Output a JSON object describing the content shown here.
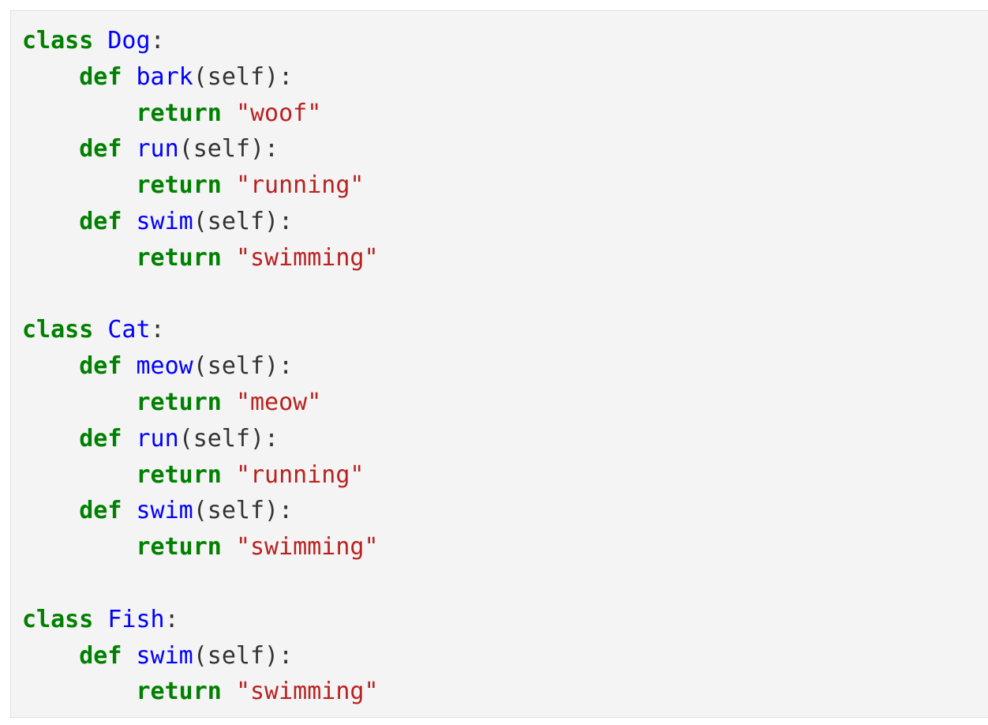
{
  "code_block": {
    "language": "python",
    "background_color": "#f4f4f4",
    "border_color": "#e0e0e0",
    "colors": {
      "keyword": "#008000",
      "name": "#0000ff",
      "string": "#ba2121",
      "plain": "#333333"
    },
    "lines": [
      {
        "tokens": [
          {
            "t": "class",
            "c": "k"
          },
          {
            "t": " ",
            "c": "ws"
          },
          {
            "t": "Dog",
            "c": "nc"
          },
          {
            "t": ":",
            "c": "p"
          }
        ]
      },
      {
        "tokens": [
          {
            "t": "    ",
            "c": "ws"
          },
          {
            "t": "def",
            "c": "k"
          },
          {
            "t": " ",
            "c": "ws"
          },
          {
            "t": "bark",
            "c": "nf"
          },
          {
            "t": "(self):",
            "c": "p"
          }
        ]
      },
      {
        "tokens": [
          {
            "t": "        ",
            "c": "ws"
          },
          {
            "t": "return",
            "c": "k"
          },
          {
            "t": " ",
            "c": "ws"
          },
          {
            "t": "\"woof\"",
            "c": "s"
          }
        ]
      },
      {
        "tokens": [
          {
            "t": "    ",
            "c": "ws"
          },
          {
            "t": "def",
            "c": "k"
          },
          {
            "t": " ",
            "c": "ws"
          },
          {
            "t": "run",
            "c": "nf"
          },
          {
            "t": "(self):",
            "c": "p"
          }
        ]
      },
      {
        "tokens": [
          {
            "t": "        ",
            "c": "ws"
          },
          {
            "t": "return",
            "c": "k"
          },
          {
            "t": " ",
            "c": "ws"
          },
          {
            "t": "\"running\"",
            "c": "s"
          }
        ]
      },
      {
        "tokens": [
          {
            "t": "    ",
            "c": "ws"
          },
          {
            "t": "def",
            "c": "k"
          },
          {
            "t": " ",
            "c": "ws"
          },
          {
            "t": "swim",
            "c": "nf"
          },
          {
            "t": "(self):",
            "c": "p"
          }
        ]
      },
      {
        "tokens": [
          {
            "t": "        ",
            "c": "ws"
          },
          {
            "t": "return",
            "c": "k"
          },
          {
            "t": " ",
            "c": "ws"
          },
          {
            "t": "\"swimming\"",
            "c": "s"
          }
        ]
      },
      {
        "tokens": []
      },
      {
        "tokens": [
          {
            "t": "class",
            "c": "k"
          },
          {
            "t": " ",
            "c": "ws"
          },
          {
            "t": "Cat",
            "c": "nc"
          },
          {
            "t": ":",
            "c": "p"
          }
        ]
      },
      {
        "tokens": [
          {
            "t": "    ",
            "c": "ws"
          },
          {
            "t": "def",
            "c": "k"
          },
          {
            "t": " ",
            "c": "ws"
          },
          {
            "t": "meow",
            "c": "nf"
          },
          {
            "t": "(self):",
            "c": "p"
          }
        ]
      },
      {
        "tokens": [
          {
            "t": "        ",
            "c": "ws"
          },
          {
            "t": "return",
            "c": "k"
          },
          {
            "t": " ",
            "c": "ws"
          },
          {
            "t": "\"meow\"",
            "c": "s"
          }
        ]
      },
      {
        "tokens": [
          {
            "t": "    ",
            "c": "ws"
          },
          {
            "t": "def",
            "c": "k"
          },
          {
            "t": " ",
            "c": "ws"
          },
          {
            "t": "run",
            "c": "nf"
          },
          {
            "t": "(self):",
            "c": "p"
          }
        ]
      },
      {
        "tokens": [
          {
            "t": "        ",
            "c": "ws"
          },
          {
            "t": "return",
            "c": "k"
          },
          {
            "t": " ",
            "c": "ws"
          },
          {
            "t": "\"running\"",
            "c": "s"
          }
        ]
      },
      {
        "tokens": [
          {
            "t": "    ",
            "c": "ws"
          },
          {
            "t": "def",
            "c": "k"
          },
          {
            "t": " ",
            "c": "ws"
          },
          {
            "t": "swim",
            "c": "nf"
          },
          {
            "t": "(self):",
            "c": "p"
          }
        ]
      },
      {
        "tokens": [
          {
            "t": "        ",
            "c": "ws"
          },
          {
            "t": "return",
            "c": "k"
          },
          {
            "t": " ",
            "c": "ws"
          },
          {
            "t": "\"swimming\"",
            "c": "s"
          }
        ]
      },
      {
        "tokens": []
      },
      {
        "tokens": [
          {
            "t": "class",
            "c": "k"
          },
          {
            "t": " ",
            "c": "ws"
          },
          {
            "t": "Fish",
            "c": "nc"
          },
          {
            "t": ":",
            "c": "p"
          }
        ]
      },
      {
        "tokens": [
          {
            "t": "    ",
            "c": "ws"
          },
          {
            "t": "def",
            "c": "k"
          },
          {
            "t": " ",
            "c": "ws"
          },
          {
            "t": "swim",
            "c": "nf"
          },
          {
            "t": "(self):",
            "c": "p"
          }
        ]
      },
      {
        "tokens": [
          {
            "t": "        ",
            "c": "ws"
          },
          {
            "t": "return",
            "c": "k"
          },
          {
            "t": " ",
            "c": "ws"
          },
          {
            "t": "\"swimming\"",
            "c": "s"
          }
        ]
      }
    ]
  }
}
